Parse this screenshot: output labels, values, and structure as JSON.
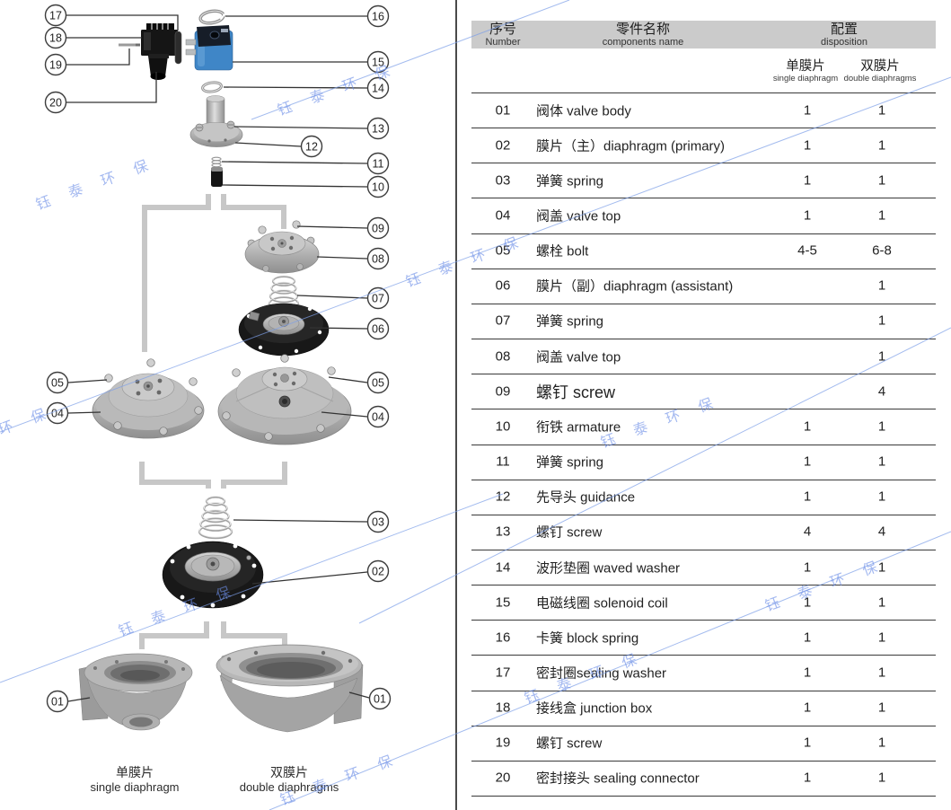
{
  "watermark": {
    "text": "钰 泰 环 保"
  },
  "diagram": {
    "callouts": [
      "17",
      "18",
      "19",
      "20",
      "16",
      "15",
      "14",
      "13",
      "12",
      "11",
      "10",
      "09",
      "08",
      "07",
      "06",
      "05",
      "04",
      "05",
      "04",
      "03",
      "02",
      "01",
      "01"
    ],
    "caption_single": {
      "cn": "单膜片",
      "en": "single diaphragm"
    },
    "caption_double": {
      "cn": "双膜片",
      "en": "double diaphragms"
    },
    "coil_color": "#3f86c7"
  },
  "table": {
    "header": {
      "number_cn": "序号",
      "number_en": "Number",
      "name_cn": "零件名称",
      "name_en": "components name",
      "disposition_cn": "配置",
      "disposition_en": "disposition"
    },
    "subheader": {
      "single_cn": "单膜片",
      "single_en": "single diaphragm",
      "double_cn": "双膜片",
      "double_en": "double diaphragms"
    },
    "rows": [
      {
        "no": "01",
        "name": "阀体 valve body",
        "single": "1",
        "double": "1"
      },
      {
        "no": "02",
        "name": "膜片（主）diaphragm (primary)",
        "single": "1",
        "double": "1"
      },
      {
        "no": "03",
        "name": "弹簧 spring",
        "single": "1",
        "double": "1"
      },
      {
        "no": "04",
        "name": "阀盖 valve top",
        "single": "1",
        "double": "1"
      },
      {
        "no": "05",
        "name": "螺栓 bolt",
        "single": "4-5",
        "double": "6-8"
      },
      {
        "no": "06",
        "name": "膜片（副）diaphragm (assistant)",
        "single": "",
        "double": "1"
      },
      {
        "no": "07",
        "name": "弹簧 spring",
        "single": "",
        "double": "1"
      },
      {
        "no": "08",
        "name": "阀盖 valve top",
        "single": "",
        "double": "1"
      },
      {
        "no": "09",
        "name": "螺钉 screw",
        "single": "",
        "double": "4",
        "emphasis": true
      },
      {
        "no": "10",
        "name": "衔铁 armature",
        "single": "1",
        "double": "1"
      },
      {
        "no": "11",
        "name": "弹簧 spring",
        "single": "1",
        "double": "1"
      },
      {
        "no": "12",
        "name": "先导头 guidance",
        "single": "1",
        "double": "1"
      },
      {
        "no": "13",
        "name": "螺钉 screw",
        "single": "4",
        "double": "4"
      },
      {
        "no": "14",
        "name": "波形垫圈 waved washer",
        "single": "1",
        "double": "1"
      },
      {
        "no": "15",
        "name": "电磁线圈 solenoid coil",
        "single": "1",
        "double": "1"
      },
      {
        "no": "16",
        "name": "卡簧 block spring",
        "single": "1",
        "double": "1"
      },
      {
        "no": "17",
        "name": "密封圈sealing washer",
        "single": "1",
        "double": "1"
      },
      {
        "no": "18",
        "name": "接线盒 junction box",
        "single": "1",
        "double": "1"
      },
      {
        "no": "19",
        "name": "螺钉 screw",
        "single": "1",
        "double": "1"
      },
      {
        "no": "20",
        "name": "密封接头 sealing connector",
        "single": "1",
        "double": "1"
      }
    ]
  }
}
